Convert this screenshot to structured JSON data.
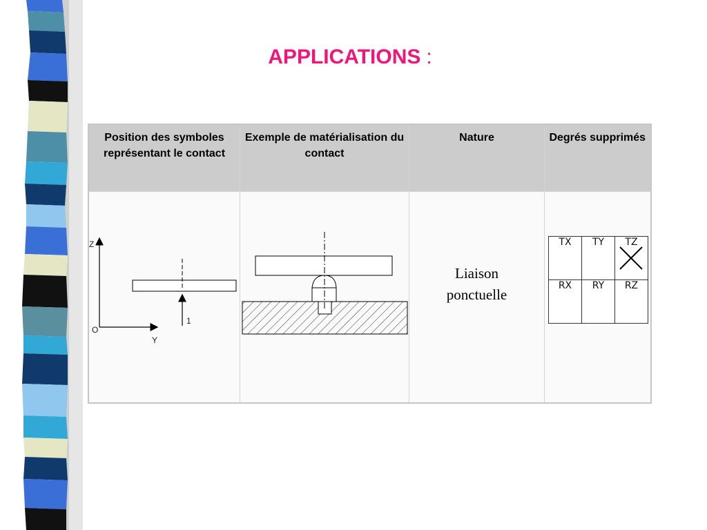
{
  "slide": {
    "title": "APPLICATIONS",
    "title_colon": ":"
  },
  "colors": {
    "title": "#f0157a",
    "header_bg": "#cccccc",
    "strip": [
      "#1a1a1a",
      "#4d8fa6",
      "#3a6fd8",
      "#e4e6c4",
      "#0f3a6b",
      "#8fc7ef",
      "#31a8d6",
      "#5a7fb0"
    ]
  },
  "table": {
    "headers": [
      "Position des symboles représentant le contact",
      "Exemple de matérialisation du contact",
      "Nature",
      "Degrés supprimés"
    ],
    "row": {
      "position_diagram": {
        "axis_z": "Z",
        "axis_y": "Y",
        "origin": "O",
        "contact_number": "1"
      },
      "nature": [
        "Liaison",
        "ponctuelle"
      ],
      "degrees": [
        [
          "TX",
          "TY",
          "TZ"
        ],
        [
          "RX",
          "RY",
          "RZ"
        ]
      ],
      "suppressed": "TZ"
    }
  }
}
